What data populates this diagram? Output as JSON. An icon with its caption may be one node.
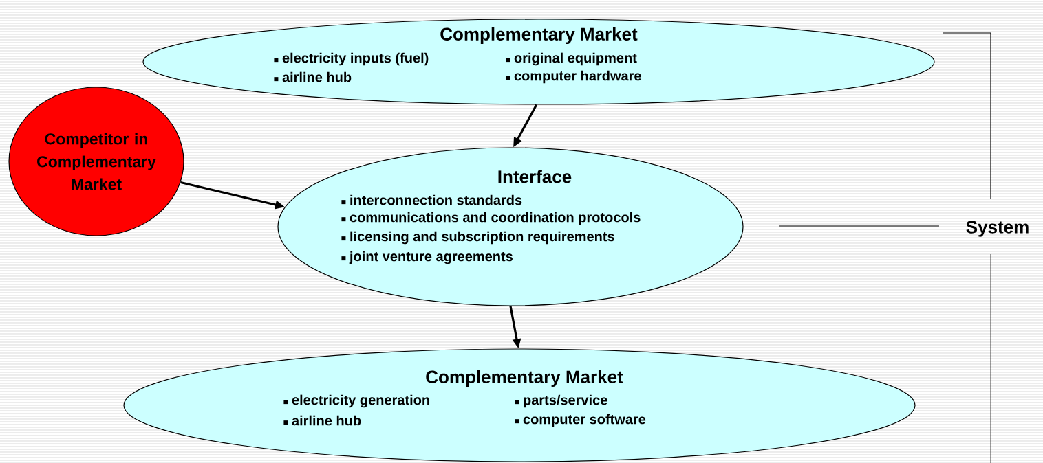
{
  "diagram": {
    "nodes": [
      {
        "text": [
          "Complementary Market",
          "electricity inputs (fuel)",
          "original equipment",
          "airline hub",
          "computer hardware"
        ]
      },
      {
        "text": [
          "Competitor in Complementary Market"
        ]
      },
      {
        "text": [
          "Interface",
          "interconnection standards",
          "communications and coordination protocols",
          "licensing and subscription requirements",
          "joint venture agreements"
        ]
      },
      {
        "text": [
          "Complementary Market",
          "electricity generation",
          "parts/service",
          "airline hub",
          "computer software"
        ]
      }
    ],
    "edges": [
      {
        "from": 0,
        "to": 2,
        "arrow": "to"
      },
      {
        "from": 1,
        "to": 2,
        "arrow": "to"
      },
      {
        "from": 2,
        "to": 3,
        "arrow": "to"
      }
    ],
    "labels": [
      "System"
    ]
  }
}
